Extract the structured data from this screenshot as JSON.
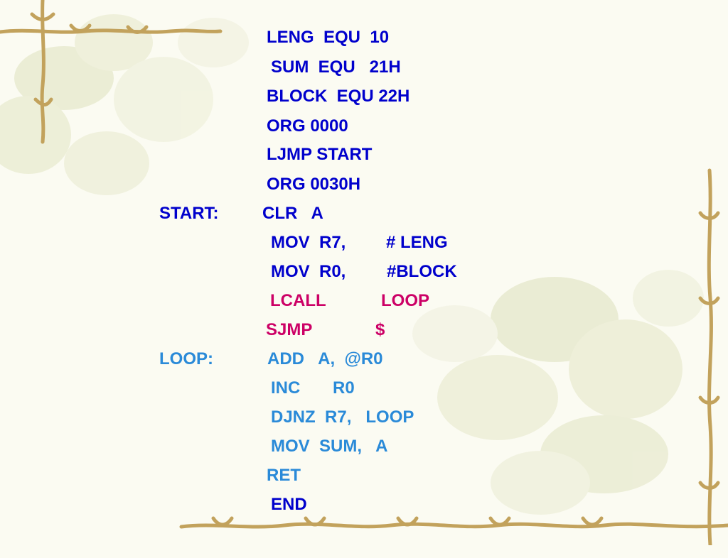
{
  "colors": {
    "navy": "#0000cc",
    "sky": "#2a8ad8",
    "magenta": "#cc0066",
    "vine": "#c2a25c",
    "background": "#fbfbf2"
  },
  "code_lines": [
    {
      "label": "",
      "op": "LENG  EQU  10",
      "args": ""
    },
    {
      "label": "",
      "op": "SUM  EQU   21H",
      "args": ""
    },
    {
      "label": "",
      "op": "BLOCK  EQU 22H",
      "args": ""
    },
    {
      "label": "",
      "op": "ORG 0000",
      "args": ""
    },
    {
      "label": "",
      "op": "LJMP START",
      "args": ""
    },
    {
      "label": "",
      "op": "ORG 0030H",
      "args": ""
    },
    {
      "label": "START:",
      "op": "CLR   A",
      "args": ""
    },
    {
      "label": "",
      "op": "MOV  R7,",
      "args": "# LENG"
    },
    {
      "label": "",
      "op": "MOV  R0,",
      "args": "#BLOCK"
    },
    {
      "label": "",
      "op": "LCALL",
      "args": "LOOP"
    },
    {
      "label": "",
      "op": "SJMP",
      "args": "$"
    },
    {
      "label": "LOOP:",
      "op": "ADD   A,  @R0",
      "args": ""
    },
    {
      "label": "",
      "op": "INC",
      "args": "R0"
    },
    {
      "label": "",
      "op": "DJNZ  R7,   LOOP",
      "args": ""
    },
    {
      "label": "",
      "op": "MOV  SUM,   A",
      "args": ""
    },
    {
      "label": "",
      "op": "RET",
      "args": ""
    },
    {
      "label": "",
      "op": "END",
      "args": ""
    }
  ]
}
